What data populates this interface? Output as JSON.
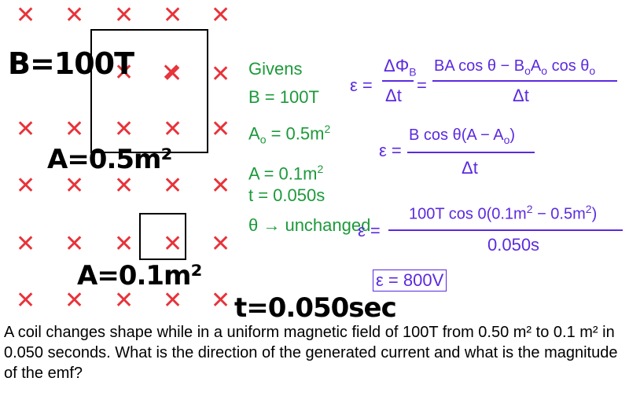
{
  "field": {
    "mark": "✕",
    "mark_color": "#e8333a"
  },
  "labels": {
    "b_field": "B=100T",
    "area_initial": "A=0.5m²",
    "area_final": "A=0.1m²",
    "time": "t=0.050sec"
  },
  "givens": {
    "heading": "Givens",
    "b": "B = 100T",
    "a0": "A",
    "a0_sub": "o",
    "a0_val": " = 0.5m",
    "a0_sup": "2",
    "a": "A = 0.1m",
    "a_sup": "2",
    "t": "t = 0.050s",
    "theta": "θ → unchanged"
  },
  "equations": {
    "eq1_lhs": "ε =",
    "eq1_num_a": "ΔΦ",
    "eq1_num_sub": "B",
    "eq1_den": "Δt",
    "eq1_eq": "=",
    "eq1_num2": "BA cos θ − B",
    "eq1_num2_sub1": "o",
    "eq1_num2_mid": "A",
    "eq1_num2_sub2": "o",
    "eq1_num2_end": " cos θ",
    "eq1_num2_sub3": "o",
    "eq1_den2": "Δt",
    "eq2_lhs": "ε =",
    "eq2_num": "B cos θ(A − A",
    "eq2_num_sub": "o",
    "eq2_num_end": ")",
    "eq2_den": "Δt",
    "eq3_lhs": "ε =",
    "eq3_num": "100T cos 0(0.1m",
    "eq3_sup1": "2",
    "eq3_mid": " − 0.5m",
    "eq3_sup2": "2",
    "eq3_end": ")",
    "eq3_den": "0.050s",
    "result": "ε = 800V"
  },
  "question": "A coil changes shape while in a uniform magnetic field of 100T from 0.50 m² to 0.1 m² in 0.050 seconds. What is the direction of the generated current and what is the magnitude of the emf?",
  "colors": {
    "givens": "#1c9a3a",
    "equations": "#5b2ae0",
    "marks": "#e8333a"
  }
}
